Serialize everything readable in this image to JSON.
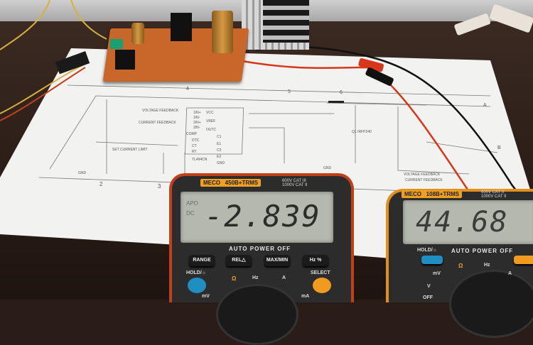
{
  "scene": {
    "schematic": {
      "ic_name": "TL494CN",
      "pins_left": [
        "1IN+",
        "1IN-",
        "2IN+",
        "2IN-",
        "COMP",
        "DTC",
        "CT",
        "RT"
      ],
      "pins_right": [
        "VCC",
        "VREF",
        "OUTC",
        "C1",
        "E1",
        "C2",
        "E2",
        "GND"
      ],
      "labels": [
        "VOLTAGE FEEDBACK",
        "CURRENT FEEDBACK",
        "SET CURRENT LIMIT"
      ],
      "ground": "GND",
      "transistor": "Q1 IRFP240",
      "grid_columns": [
        "2",
        "3",
        "4",
        "5",
        "6"
      ],
      "grid_rows": [
        "A",
        "B"
      ]
    },
    "left_meter": {
      "brand": "MECO",
      "model": "450B+TRMS",
      "rating": "600V CAT III\n1000V CAT II",
      "display_value": "-2.839",
      "annunciators": [
        "APO",
        "DC"
      ],
      "auto_power_off": "AUTO POWER OFF",
      "buttons": [
        "RANGE",
        "REL△",
        "MAX/MIN",
        "Hz %"
      ],
      "hold": "HOLD/☼",
      "select": "SELECT",
      "dial_labels": [
        "Ω",
        "Hz",
        "A",
        "mV",
        "mA"
      ],
      "colors": {
        "body": "#2c2c2c",
        "bumper": "#c0401a",
        "hold_button": "#1e8fc0",
        "select_button": "#f09a20"
      }
    },
    "right_meter": {
      "brand": "MECO",
      "model": "108B+TRMS",
      "rating": "600V CAT II\n1000V CAT II",
      "display_value": "44.68",
      "auto_power_off": "AUTO POWER OFF",
      "hold": "HOLD/☼",
      "dial_labels": [
        "mV",
        "Ω",
        "Hz",
        "A",
        "V",
        "OFF"
      ],
      "colors": {
        "bumper": "#e2901c",
        "hold_button": "#1e8fc0",
        "func_button": "#f09a20"
      }
    }
  }
}
